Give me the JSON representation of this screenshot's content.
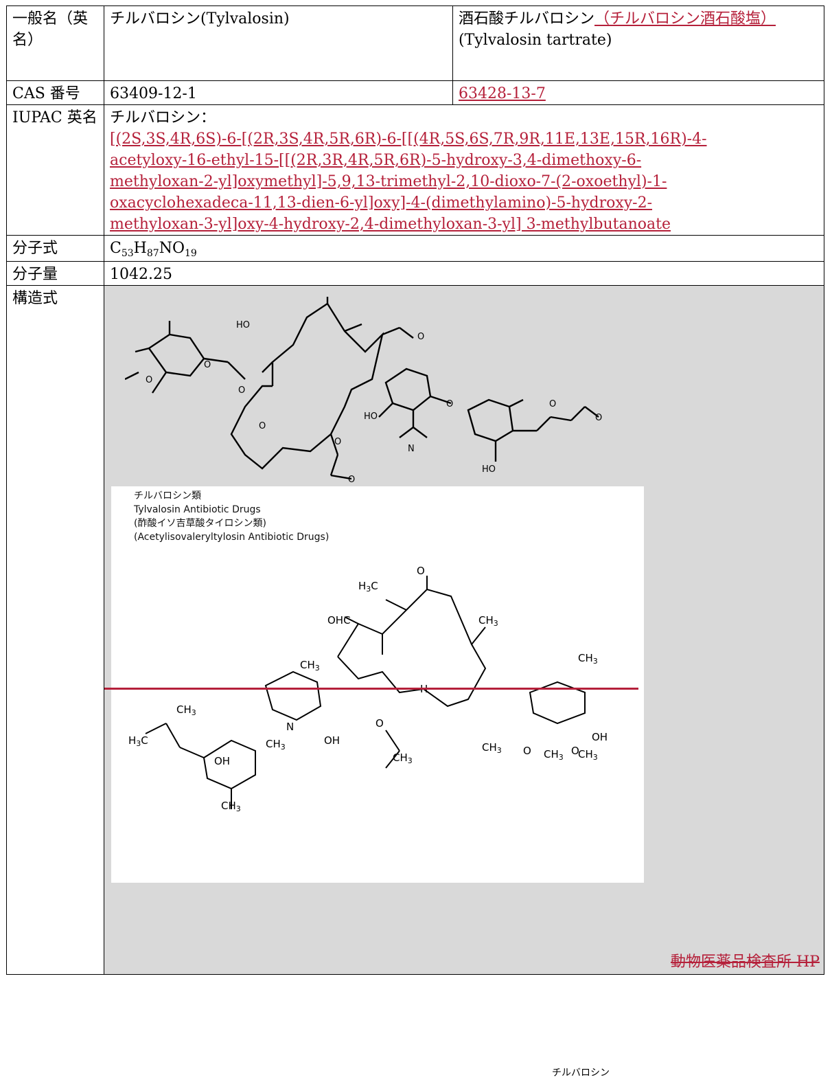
{
  "rows": {
    "generic_name": {
      "label": "一般名（英名）",
      "col2": "チルバロシン(Tylvalosin)",
      "col3_prefix": "酒石酸チルバロシン",
      "col3_link": "（チルバロシン酒石酸塩）",
      "col3_suffix": "(Tylvalosin tartrate)"
    },
    "cas": {
      "label": "CAS 番号",
      "col2": "63409-12-1",
      "col3_link": "63428-13-7"
    },
    "iupac": {
      "label": "IUPAC 英名",
      "intro": "チルバロシン：",
      "lines": [
        "[(2S,3S,4R,6S)-6-[(2R,3S,4R,5R,6R)-6-[[(4R,5S,6S,7R,9R,11E,13E,15R,16R)-4-",
        "acetyloxy-16-ethyl-15-[[(2R,3R,4R,5R,6R)-5-hydroxy-3,4-dimethoxy-6-",
        "methyloxan-2-yl]oxymethyl]-5,9,13-trimethyl-2,10-dioxo-7-(2-oxoethyl)-1-",
        "oxacyclohexadeca-11,13-dien-6-yl]oxy]-4-(dimethylamino)-5-hydroxy-2-",
        "methyloxan-3-yl]oxy-4-hydroxy-2,4-dimethyloxan-3-yl] 3-methylbutanoate"
      ]
    },
    "formula": {
      "label": "分子式",
      "c": "C",
      "c_n": "53",
      "h": "H",
      "h_n": "87",
      "rest": "NO",
      "o_n": "19"
    },
    "weight": {
      "label": "分子量",
      "value": "1042.25"
    },
    "structure": {
      "label": "構造式",
      "panel_lines": [
        "チルバロシン類",
        "Tylvalosin Antibiotic Drugs",
        "(酢酸イソ吉草酸タイロシン類)",
        "(Acetylisovaleryltylosin Antibiotic Drugs)"
      ],
      "caption": "チルバロシン",
      "source": "動物医薬品検査所 HP"
    }
  },
  "colors": {
    "link": "#b5203a",
    "gray": "#d9d9d9"
  }
}
